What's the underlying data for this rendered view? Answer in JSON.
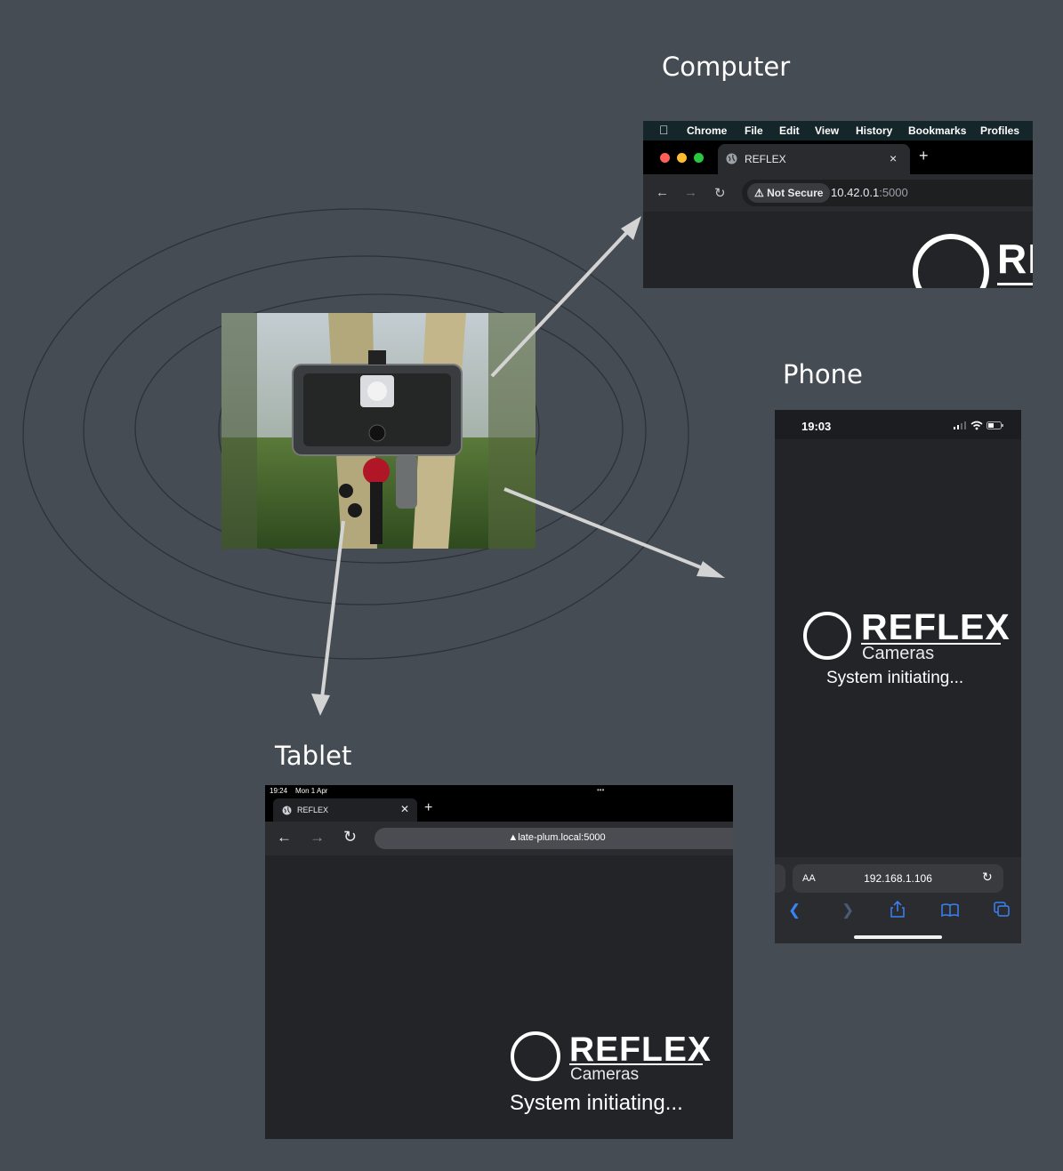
{
  "labels": {
    "computer": "Computer",
    "phone": "Phone",
    "tablet": "Tablet"
  },
  "computer": {
    "menu": [
      "Chrome",
      "File",
      "Edit",
      "View",
      "History",
      "Bookmarks",
      "Profiles"
    ],
    "tab_title": "REFLEX",
    "tab_close": "×",
    "new_tab": "+",
    "security": "Not Secure",
    "url_host": "10.42.0.1",
    "url_port": ":5000",
    "logo_partial": "RI"
  },
  "phone": {
    "time": "19:03",
    "logo_word": "REFLEX",
    "logo_sub": "Cameras",
    "status": "System initiating...",
    "text_size_btn": "AA",
    "url": "192.168.1.106"
  },
  "tablet": {
    "time": "19:24",
    "date": "Mon 1 Apr",
    "menu_dots": "•••",
    "tab_title": "REFLEX",
    "tab_close": "✕",
    "new_tab": "+",
    "url": "late-plum.local:5000",
    "logo_word": "REFLEX",
    "logo_sub": "Cameras",
    "status": "System initiating..."
  },
  "colors": {
    "background": "#454c53",
    "page_dark": "#222428",
    "rings": "#2d3236",
    "arrows": "#d3d3d3",
    "ios_accent": "#3a82f6"
  }
}
